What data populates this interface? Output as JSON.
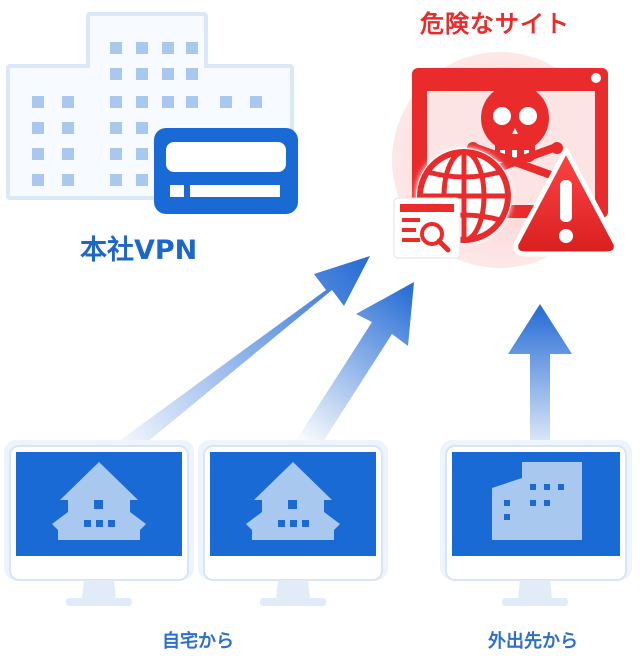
{
  "labels": {
    "hq_vpn": "本社VPN",
    "dangerous_site": "危険なサイト",
    "from_home": "自宅から",
    "from_outside": "外出先から"
  },
  "colors": {
    "primary_blue": "#1a6ad6",
    "light_blue": "#a9c8ef",
    "danger_red": "#ea2b2b",
    "danger_bg": "#fde0e0"
  },
  "icons": [
    "building-icon",
    "vpn-card-icon",
    "monitor-icon",
    "house-icon",
    "office-building-icon",
    "skull-icon",
    "globe-icon",
    "warning-icon",
    "magnifier-doc-icon",
    "arrow-icon"
  ]
}
